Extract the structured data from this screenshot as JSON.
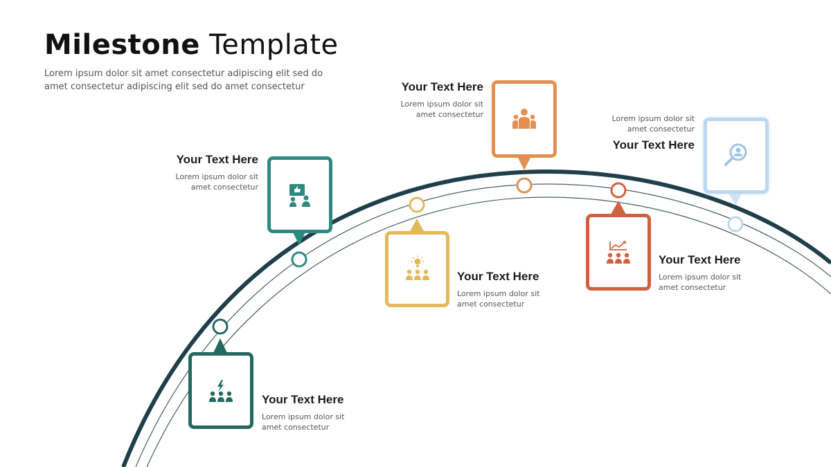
{
  "title_bold": "Milestone",
  "title_rest": "Template",
  "subtitle": "Lorem ipsum dolor sit amet consectetur adipiscing elit sed do amet consectetur adipiscing elit sed do amet consectetur",
  "colors": {
    "arc": "#1f3f4a",
    "thin": "#4a5c63",
    "teal_dark": "#23695f",
    "teal": "#2c8a7f",
    "yellow": "#e3b95a",
    "orange": "#e38f4f",
    "red": "#cf6140",
    "lightblue": "#bcd7ee"
  },
  "milestones": [
    {
      "title": "Your Text Here",
      "desc": "Lorem ipsum dolor sit amet consectetur",
      "icon": "team-lightning-icon",
      "color": "teal_dark"
    },
    {
      "title": "Your Text Here",
      "desc": "Lorem ipsum dolor sit amet consectetur",
      "icon": "presentation-like-icon",
      "color": "teal"
    },
    {
      "title": "Your Text Here",
      "desc": "Lorem ipsum dolor sit amet consectetur",
      "icon": "team-idea-icon",
      "color": "yellow"
    },
    {
      "title": "Your Text Here",
      "desc": "Lorem ipsum dolor sit amet consectetur",
      "icon": "people-group-icon",
      "color": "orange"
    },
    {
      "title": "Your Text Here",
      "desc": "Lorem ipsum dolor sit amet consectetur",
      "icon": "team-chart-icon",
      "color": "red"
    },
    {
      "title": "Your Text Here",
      "desc": "Lorem ipsum dolor sit amet consectetur",
      "icon": "search-user-icon",
      "color": "lightblue"
    }
  ]
}
